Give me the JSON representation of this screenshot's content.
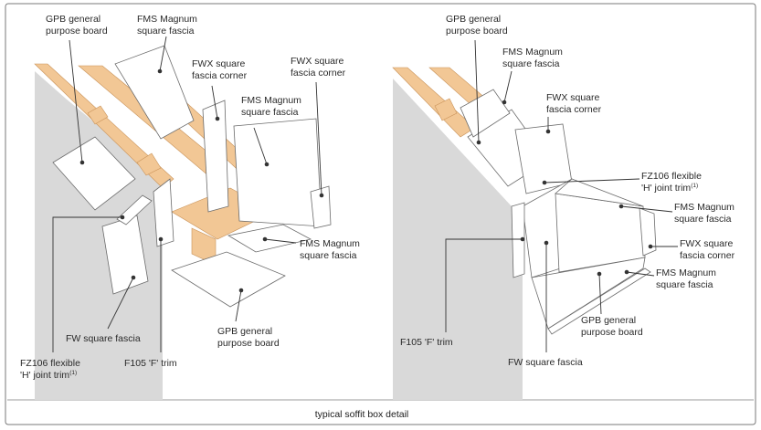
{
  "caption": "typical soffit box detail",
  "left_labels": {
    "gpb_top_1": "GPB general",
    "gpb_top_2": "purpose board",
    "fms_top_1": "FMS Magnum",
    "fms_top_2": "square fascia",
    "fwx_a_1": "FWX square",
    "fwx_a_2": "fascia corner",
    "fwx_b_1": "FWX square",
    "fwx_b_2": "fascia corner",
    "fms_mid_1": "FMS Magnum",
    "fms_mid_2": "square fascia",
    "fms_low_1": "FMS Magnum",
    "fms_low_2": "square fascia",
    "gpb_low_1": "GPB general",
    "gpb_low_2": "purpose board",
    "fw": "FW square fascia",
    "fz_1": "FZ106 flexible",
    "fz_2": "'H' joint trim",
    "fz_sup": "(1)",
    "f105": "F105 'F' trim"
  },
  "right_labels": {
    "gpb_top_1": "GPB general",
    "gpb_top_2": "purpose board",
    "fms_top_1": "FMS Magnum",
    "fms_top_2": "square fascia",
    "fwx_1": "FWX square",
    "fwx_2": "fascia corner",
    "fz_1": "FZ106 flexible",
    "fz_2": "'H' joint trim",
    "fz_sup": "(1)",
    "fms_mid_1": "FMS Magnum",
    "fms_mid_2": "square fascia",
    "fwx_low_1": "FWX square",
    "fwx_low_2": "fascia corner",
    "fms_low_1": "FMS Magnum",
    "fms_low_2": "square fascia",
    "gpb_low_1": "GPB general",
    "gpb_low_2": "purpose board",
    "f105": "F105 'F' trim",
    "fw": "FW square fascia"
  },
  "colors": {
    "wall": "#d9d9d9",
    "timber": "#f2c795",
    "timber_edge": "#c9935a",
    "board": "#ffffff",
    "frame": "#777777"
  }
}
